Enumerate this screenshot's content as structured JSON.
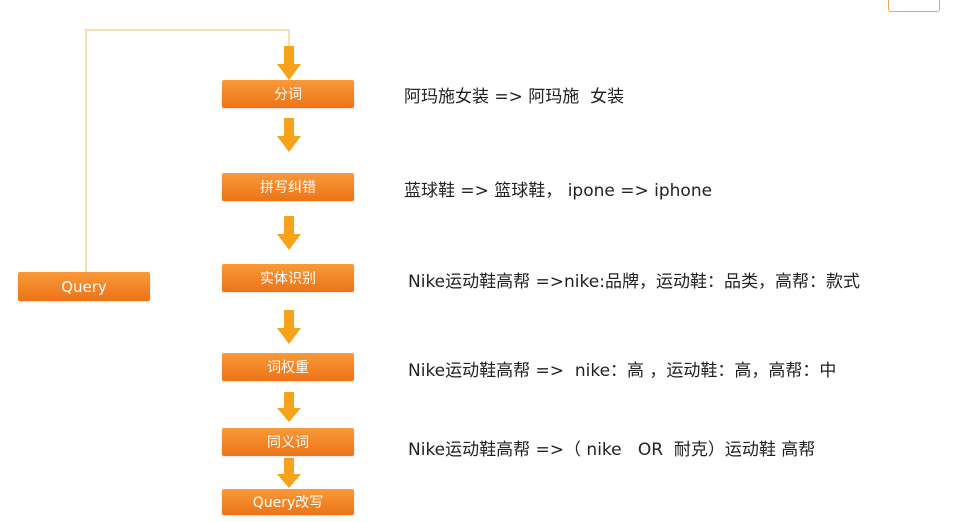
{
  "colors": {
    "box": "#f28526",
    "arrow": "#f7a21b",
    "connector": "#f6dfb0",
    "text": "#222222"
  },
  "query_box": {
    "label": "Query"
  },
  "steps": [
    {
      "label": "分词",
      "example": "阿玛施女装 => 阿玛施  女装"
    },
    {
      "label": "拼写纠错",
      "example": "蓝球鞋 => 篮球鞋， ipone => iphone"
    },
    {
      "label": "实体识别",
      "example": "Nike运动鞋高帮 =>nike:品牌，运动鞋：品类，高帮：款式"
    },
    {
      "label": "词权重",
      "example": "Nike运动鞋高帮 =>  nike：高 ，运动鞋：高，高帮：中"
    },
    {
      "label": "同义词",
      "example": "Nike运动鞋高帮 =>（ nike   OR  耐克）运动鞋 高帮"
    },
    {
      "label": "Query改写",
      "example": ""
    }
  ]
}
